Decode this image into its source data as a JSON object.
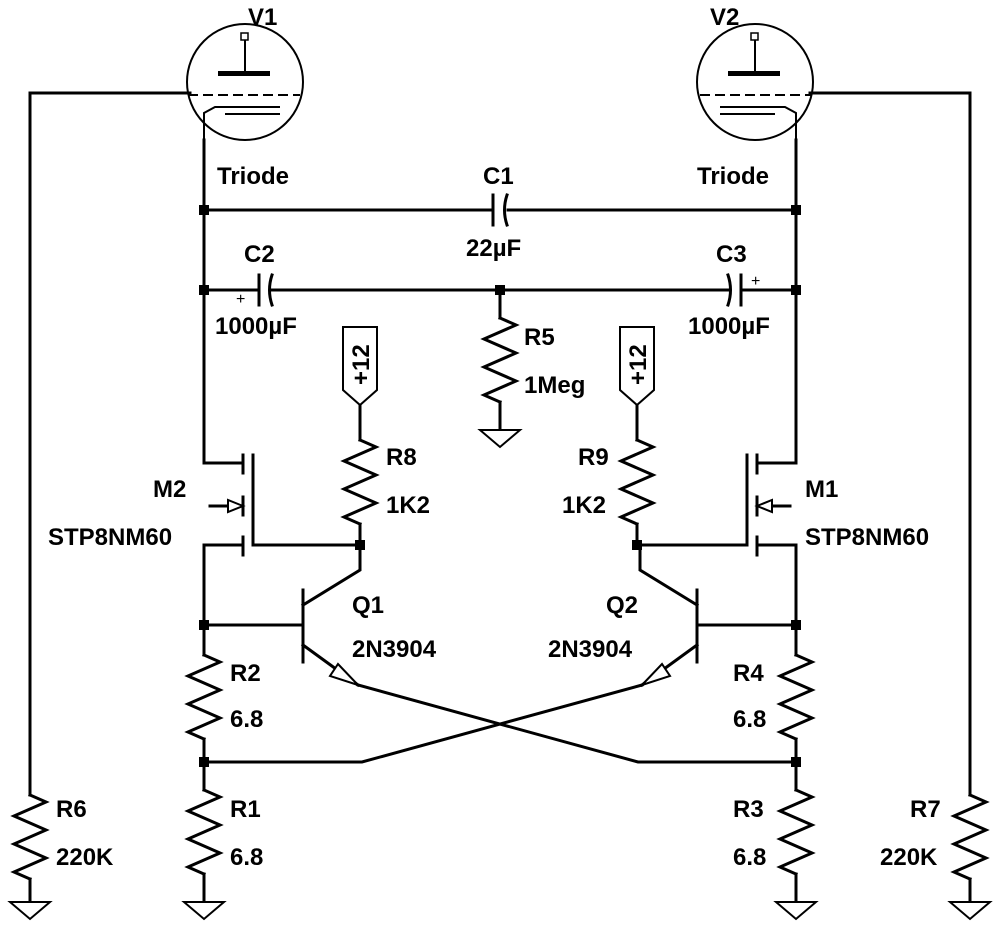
{
  "components": {
    "V1": {
      "ref": "V1",
      "value": "Triode"
    },
    "V2": {
      "ref": "V2",
      "value": "Triode"
    },
    "C1": {
      "ref": "C1",
      "value": "22µF"
    },
    "C2": {
      "ref": "C2",
      "value": "1000µF",
      "polarity": "+"
    },
    "C3": {
      "ref": "C3",
      "value": "1000µF",
      "polarity": "+"
    },
    "R5": {
      "ref": "R5",
      "value": "1Meg"
    },
    "R8": {
      "ref": "R8",
      "value": "1K2"
    },
    "R9": {
      "ref": "R9",
      "value": "1K2"
    },
    "M1": {
      "ref": "M1",
      "value": "STP8NM60"
    },
    "M2": {
      "ref": "M2",
      "value": "STP8NM60"
    },
    "Q1": {
      "ref": "Q1",
      "value": "2N3904"
    },
    "Q2": {
      "ref": "Q2",
      "value": "2N3904"
    },
    "R1": {
      "ref": "R1",
      "value": "6.8"
    },
    "R2": {
      "ref": "R2",
      "value": "6.8"
    },
    "R3": {
      "ref": "R3",
      "value": "6.8"
    },
    "R4": {
      "ref": "R4",
      "value": "6.8"
    },
    "R6": {
      "ref": "R6",
      "value": "220K"
    },
    "R7": {
      "ref": "R7",
      "value": "220K"
    }
  },
  "supplies": {
    "left": "+12",
    "right": "+12"
  }
}
